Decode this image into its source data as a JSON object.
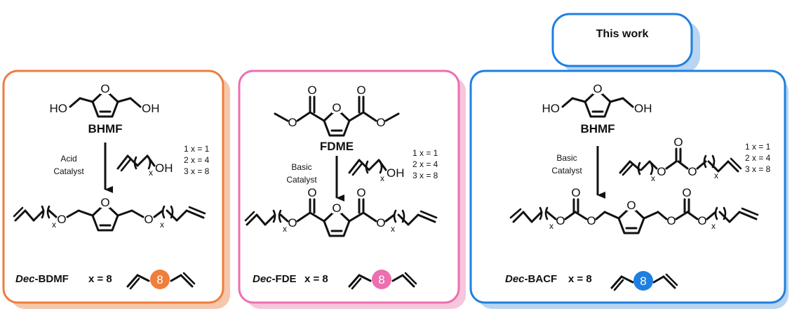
{
  "colors": {
    "orange": "#ef7d3c",
    "orange_shadow": "#f6c7ab",
    "pink": "#ec6fb0",
    "pink_shadow": "#f6c6dc",
    "blue": "#1f7fe0",
    "blue_shadow": "#b8d5f3",
    "ink": "#111111"
  },
  "callout": {
    "label": "This work"
  },
  "panels": [
    {
      "id": "bhmf-ether",
      "reactant_name": "BHMF",
      "left_group": "HO",
      "right_group": "OH",
      "catalyst_line1": "Acid",
      "catalyst_line2": "Catalyst",
      "reagent_end": "OH",
      "subscript": "x",
      "conditions": [
        "1 x = 1",
        "2 x = 4",
        "3 x = 8"
      ],
      "link_o": "O",
      "ring_o": "O",
      "product_prefix": "Dec",
      "product_suffix": "-BDMF",
      "product_x": "x = 8",
      "badge": "8"
    },
    {
      "id": "fdme-ester",
      "reactant_name": "FDME",
      "catalyst_line1": "Basic",
      "catalyst_line2": "Catalyst",
      "reagent_end": "OH",
      "subscript": "x",
      "conditions": [
        "1 x = 1",
        "2 x = 4",
        "3 x = 8"
      ],
      "carbonyl_o": "O",
      "link_o": "O",
      "ring_o": "O",
      "product_prefix": "Dec",
      "product_suffix": "-FDE",
      "product_x": "x = 8",
      "badge": "8"
    },
    {
      "id": "bhmf-carbonate",
      "reactant_name": "BHMF",
      "left_group": "HO",
      "right_group": "OH",
      "catalyst_line1": "Basic",
      "catalyst_line2": "Catalyst",
      "subscript": "x",
      "conditions": [
        "1 x = 1",
        "2 x = 4",
        "3 x = 8"
      ],
      "carbonyl_o": "O",
      "link_o": "O",
      "ring_o": "O",
      "product_prefix": "Dec",
      "product_suffix": "-BACF",
      "product_x": "x = 8",
      "badge": "8"
    }
  ]
}
